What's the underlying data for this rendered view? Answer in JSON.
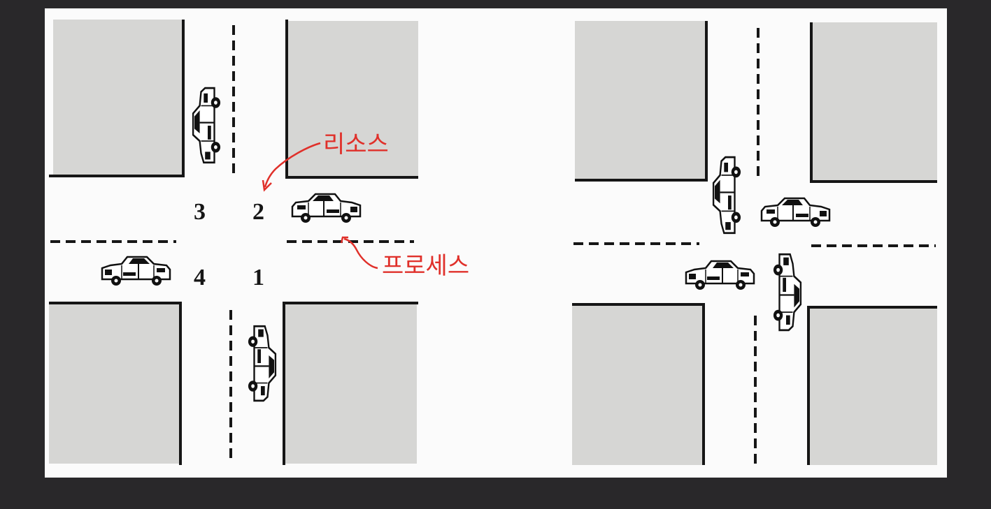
{
  "slide": {
    "background": "#fbfbfb",
    "page_background": "#29282a",
    "block_color": "#d6d6d4",
    "road_line_color": "#161616",
    "annotation_color": "#e0302a"
  },
  "left_intersection": {
    "quadrant_labels": [
      "3",
      "2",
      "4",
      "1"
    ],
    "cars": [
      {
        "name": "car-northbound-top",
        "direction": "down"
      },
      {
        "name": "car-east-right",
        "direction": "left"
      },
      {
        "name": "car-west-left",
        "direction": "right"
      },
      {
        "name": "car-south-bottom",
        "direction": "up"
      }
    ]
  },
  "annotations": {
    "resource_label": "리소스",
    "process_label": "프로세스"
  },
  "right_intersection": {
    "state": "deadlock",
    "cars": [
      {
        "name": "car-top-entering",
        "direction": "down"
      },
      {
        "name": "car-right-entering",
        "direction": "left"
      },
      {
        "name": "car-left-entering",
        "direction": "right"
      },
      {
        "name": "car-bottom-entering",
        "direction": "up"
      }
    ]
  }
}
